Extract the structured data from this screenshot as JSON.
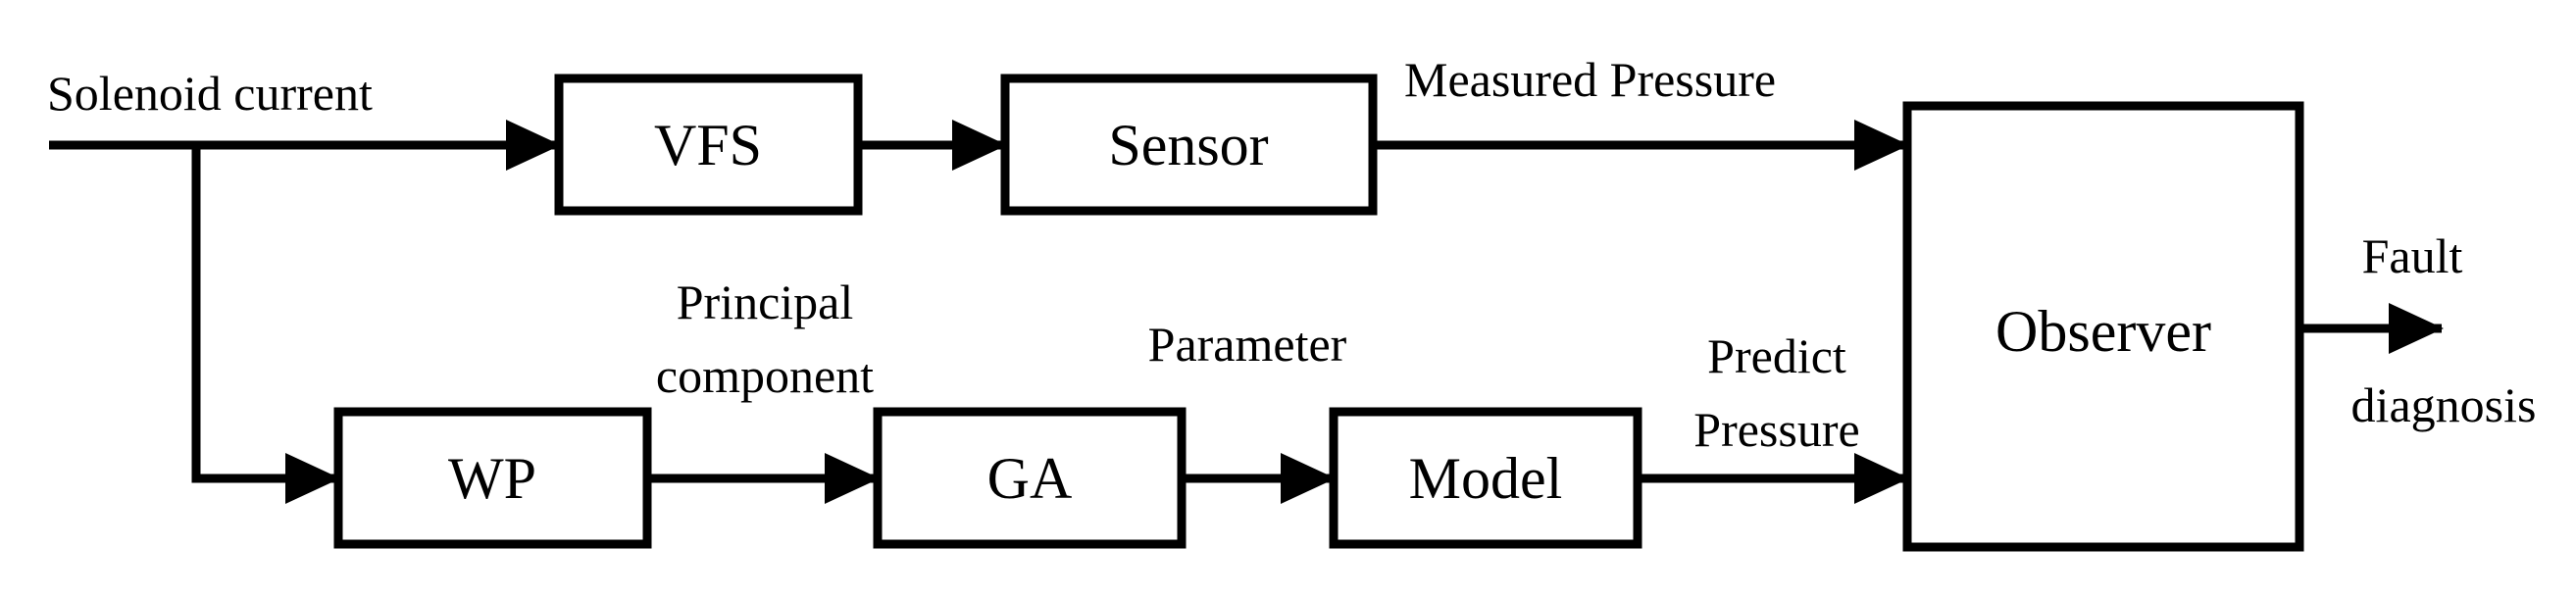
{
  "blocks": {
    "vfs": "VFS",
    "sensor": "Sensor",
    "wp": "WP",
    "ga": "GA",
    "model": "Model",
    "observer": "Observer"
  },
  "labels": {
    "solenoid_current": "Solenoid current",
    "measured_pressure": "Measured Pressure",
    "principal_line1": "Principal",
    "principal_line2": "component",
    "parameter": "Parameter",
    "predict_line1": "Predict",
    "predict_line2": "Pressure",
    "fault_line1": "Fault",
    "fault_line2": "diagnosis"
  },
  "colors": {
    "stroke": "#000000",
    "background": "#ffffff"
  }
}
